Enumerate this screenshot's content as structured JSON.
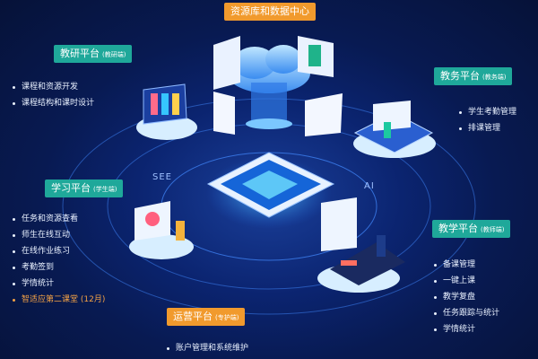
{
  "center": {
    "title": "资源库和数据中心"
  },
  "nodes": {
    "research": {
      "title": "教研平台",
      "role": "(教研端)",
      "items": [
        "课程和资源开发",
        "课程结构和课时设计"
      ]
    },
    "academic": {
      "title": "教务平台",
      "role": "(教务端)",
      "items": [
        "学生考勤管理",
        "排课管理"
      ]
    },
    "learning": {
      "title": "学习平台",
      "role": "(学生端)",
      "items": [
        "任务和资源查看",
        "师生在线互动",
        "在线作业练习",
        "考勤签到",
        "学情统计",
        "智适应第二课堂 (12月)"
      ],
      "highlight_index": 5
    },
    "teaching": {
      "title": "教学平台",
      "role": "(教师端)",
      "items": [
        "备课管理",
        "一键上课",
        "教学复盘",
        "任务跟踪与统计",
        "学情统计"
      ]
    },
    "operation": {
      "title": "运营平台",
      "role": "(专护端)",
      "items": [
        "账户管理和系统维护"
      ]
    }
  },
  "tech_labels": {
    "see": "SEE",
    "ai": "AI"
  },
  "colors": {
    "label_teal": "#1fa89a",
    "label_orange": "#f19a2d",
    "highlight_text": "#f4a245",
    "background": "#081a52"
  }
}
